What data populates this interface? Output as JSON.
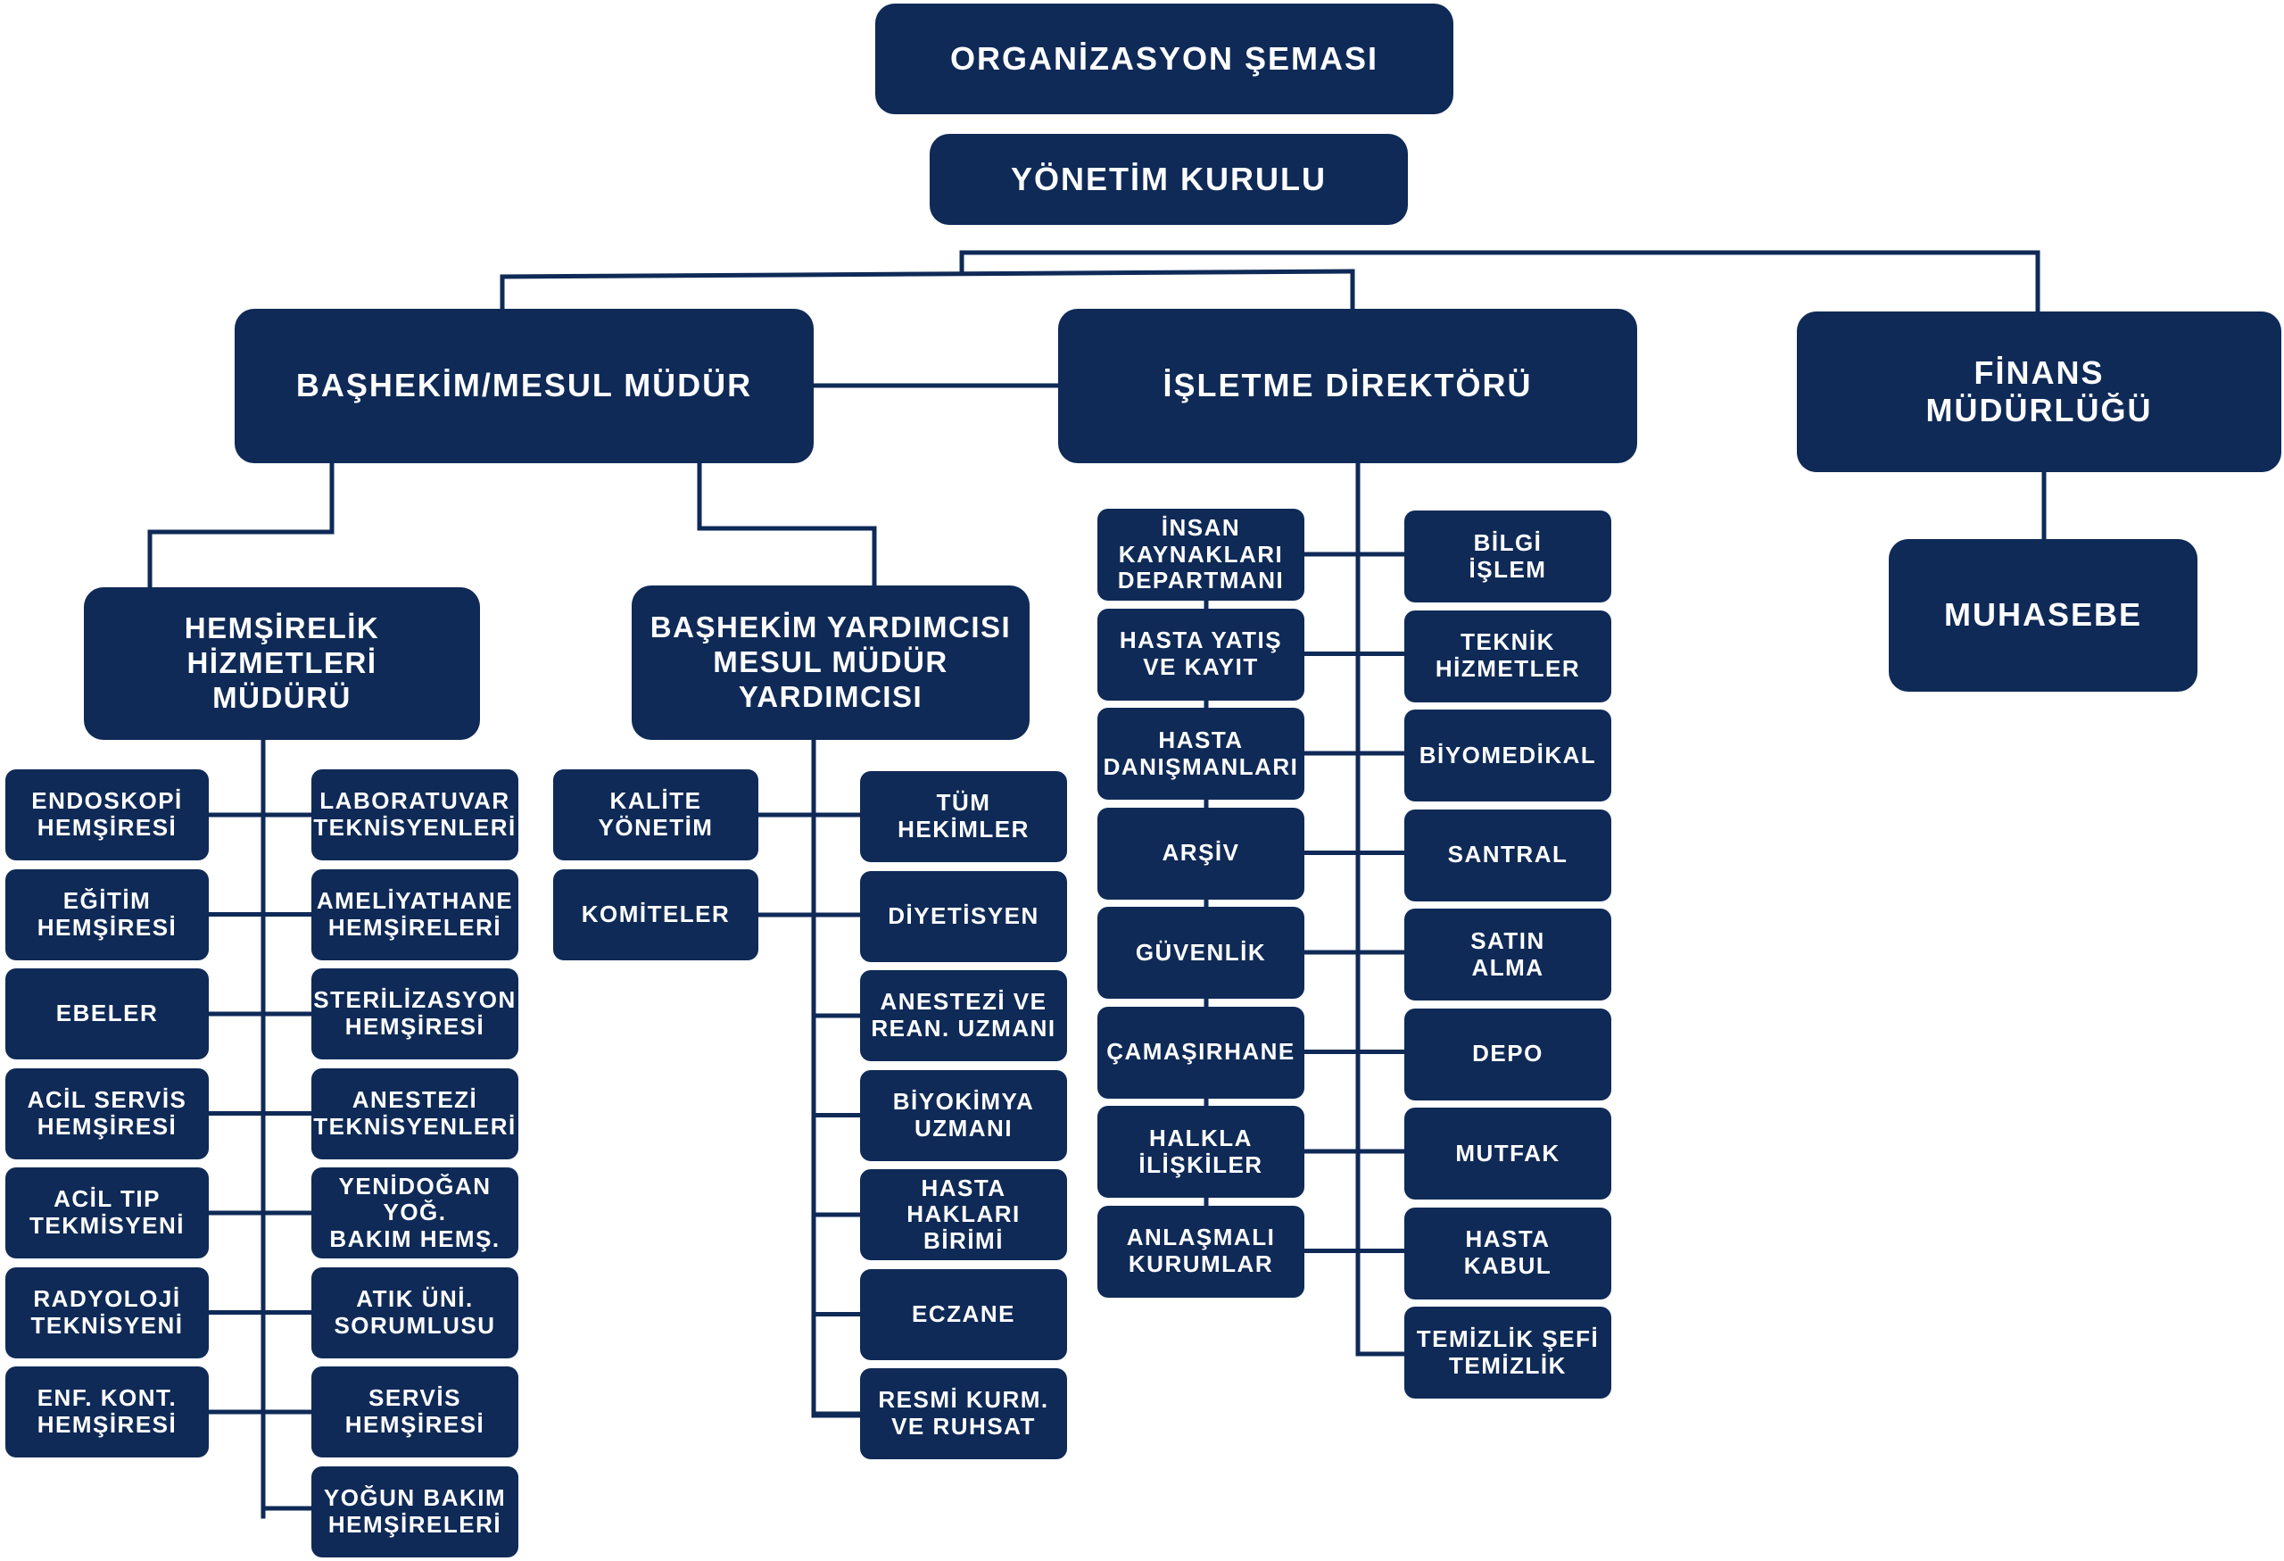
{
  "colors": {
    "box_fill": "#0f2a57",
    "box_text": "#ffffff",
    "connector": "#0f2a57"
  },
  "chart": {
    "title": "ORGANİZASYON ŞEMASI",
    "board": "YÖNETİM KURULU",
    "chief_physician": "BAŞHEKİM/MESUL MÜDÜR",
    "operations_director": "İŞLETME DİREKTÖRÜ",
    "finance": "FİNANS\nMÜDÜRLÜĞÜ",
    "accounting": "MUHASEBE",
    "nursing_director": "HEMŞİRELİK\nHİZMETLERİ\nMÜDÜRÜ",
    "deputy_chief": "BAŞHEKİM YARDIMCISI\nMESUL MÜDÜR\nYARDIMCISI",
    "nursing_left": [
      "ENDOSKOPİ\nHEMŞİRESİ",
      "EĞİTİM\nHEMŞİRESİ",
      "EBELER",
      "ACİL SERVİS\nHEMŞİRESİ",
      "ACİL TIP\nTEKMİSYENİ",
      "RADYOLOJİ\nTEKNİSYENİ",
      "ENF. KONT.\nHEMŞİRESİ"
    ],
    "nursing_right": [
      "LABORATUVAR\nTEKNİSYENLERİ",
      "AMELİYATHANE\nHEMŞİRELERİ",
      "STERİLİZASYON\nHEMŞİRESİ",
      "ANESTEZİ\nTEKNİSYENLERİ",
      "YENİDOĞAN\nYOĞ.\nBAKIM HEMŞ.",
      "ATIK ÜNİ.\nSORUMLUSU",
      "SERVİS\nHEMŞİRESİ",
      "YOĞUN BAKIM\nHEMŞİRELERİ"
    ],
    "deputy_left": [
      "KALİTE\nYÖNETİM",
      "KOMİTELER"
    ],
    "deputy_right": [
      "TÜM\nHEKİMLER",
      "DİYETİSYEN",
      "ANESTEZİ VE\nREAN. UZMANI",
      "BİYOKİMYA\nUZMANI",
      "HASTA HAKLARI\nBİRİMİ",
      "ECZANE",
      "RESMİ KURM.\nVE RUHSAT"
    ],
    "ops_left": [
      "İNSAN\nKAYNAKLARI\nDEPARTMANI",
      "HASTA YATIŞ\nVE KAYIT",
      "HASTA\nDANIŞMANLARI",
      "ARŞİV",
      "GÜVENLİK",
      "ÇAMAŞIRHANE",
      "HALKLA\nİLİŞKİLER",
      "ANLAŞMALI\nKURUMLAR"
    ],
    "ops_right": [
      "BİLGİ\nİŞLEM",
      "TEKNİK\nHİZMETLER",
      "BİYOMEDİKAL",
      "SANTRAL",
      "SATIN\nALMA",
      "DEPO",
      "MUTFAK",
      "HASTA\nKABUL",
      "TEMİZLİK ŞEFİ\nTEMİZLİK"
    ]
  }
}
